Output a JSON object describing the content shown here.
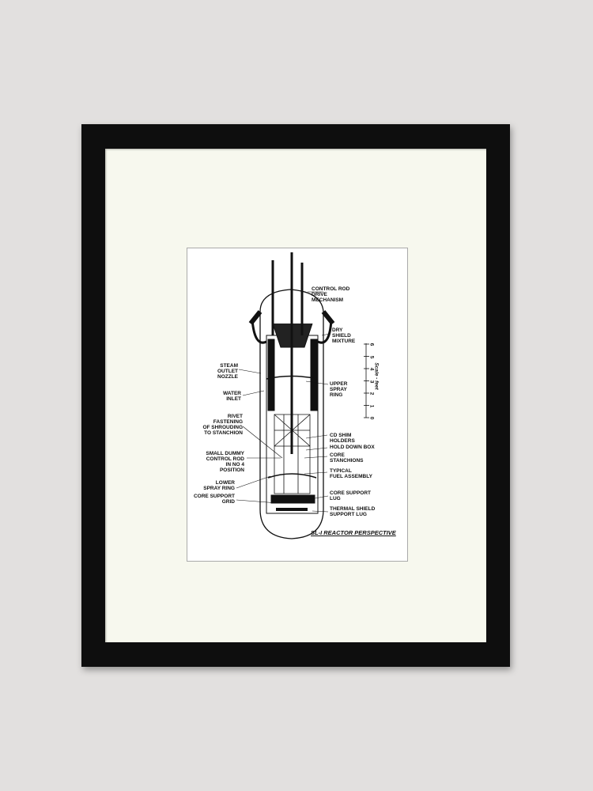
{
  "artwork": {
    "title": "SL-I REACTOR PERSPECTIVE",
    "scale_label": "Scale - feet",
    "scale_ticks": [
      "0",
      "1",
      "2",
      "3",
      "4",
      "5",
      "6"
    ],
    "labels": {
      "control_rod": "CONTROL ROD\nDRIVE\nMECHANISM",
      "dry_shield": "DRY\nSHIELD\nMIXTURE",
      "steam_outlet": "STEAM\nOUTLET\nNOZZLE",
      "upper_spray": "UPPER\nSPRAY\nRING",
      "water_inlet": "WATER\nINLET",
      "rivet": "RIVET\nFASTENING\nOF SHROUDING\nTO STANCHION",
      "cd_shim": "Cd SHIM\nHOLDERS",
      "hold_down": "HOLD DOWN BOX",
      "core_stanchions": "CORE\nSTANCHIONS",
      "dummy_rod": "SMALL DUMMY\nCONTROL ROD\nIN No 4\nPOSITION",
      "fuel_assembly": "TYPICAL\nFUEL ASSEMBLY",
      "lower_spray": "LOWER\nSPRAY RING",
      "core_grid": "CORE SUPPORT\nGRID",
      "core_lug": "CORE SUPPORT\nLUG",
      "thermal_lug": "THERMAL SHIELD\nSUPPORT LUG"
    }
  },
  "colors": {
    "wall": "#e2e0df",
    "frame": "#0e0e0e",
    "mat": "#f7f8ee"
  }
}
